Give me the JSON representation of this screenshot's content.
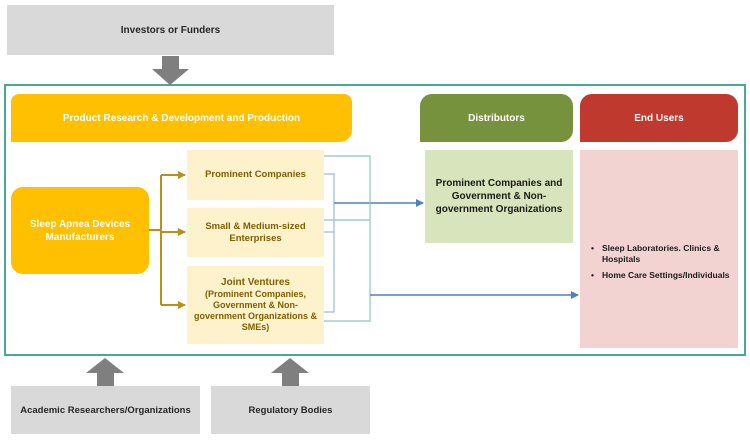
{
  "top": {
    "investors_label": "Investors or Funders"
  },
  "headers": {
    "production": "Product Research & Development and Production",
    "distributors": "Distributors",
    "end_users": "End Users"
  },
  "manufacturer": {
    "label": "Sleep Apnea Devices Manufacturers"
  },
  "categories": [
    {
      "title": "Prominent Companies",
      "subtitle": ""
    },
    {
      "title": "Small & Medium-sized Enterprises",
      "subtitle": ""
    },
    {
      "title": "Joint Ventures",
      "subtitle": "(Prominent Companies, Government & Non-government Organizations & SMEs)"
    }
  ],
  "distributor_box": {
    "label": "Prominent Companies and Government & Non-government Organizations"
  },
  "end_users": {
    "items": [
      "Sleep Laboratories. Clinics & Hospitals",
      "Home Care Settings/Individuals"
    ]
  },
  "bottom": {
    "academic_label": "Academic Researchers/Organizations",
    "regulatory_label": "Regulatory Bodies"
  },
  "colors": {
    "frame": "#4aa894",
    "gold": "#fec000",
    "green": "#76923c",
    "red": "#c0392f",
    "connector_gold": "#b8901a",
    "connector_blue": "#4f81bd",
    "arrow_grey": "#7f7f7f"
  }
}
